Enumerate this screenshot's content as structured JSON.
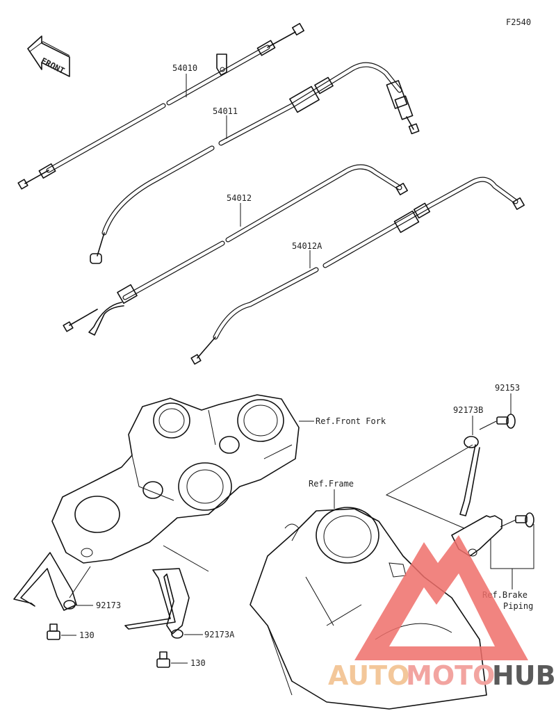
{
  "figure_code": "F2540",
  "front_label": "FRONT",
  "parts": {
    "p54010": "54010",
    "p54011": "54011",
    "p54012": "54012",
    "p54012a": "54012A",
    "p92153": "92153",
    "p92173b": "92173B",
    "p92173": "92173",
    "p92173a": "92173A",
    "p130_a": "130",
    "p130_b": "130"
  },
  "refs": {
    "front_fork": "Ref.Front Fork",
    "frame": "Ref.Frame",
    "brake_line1": "Ref.Brake",
    "brake_line2": "Piping"
  },
  "watermark": {
    "word1": "AUTO",
    "word2": "MOTO",
    "word3": "HUB",
    "color1": "#f3c79a",
    "color2": "#f2a4a0",
    "color3": "#5a5a5a",
    "logo_color": "#ef6f6a"
  }
}
